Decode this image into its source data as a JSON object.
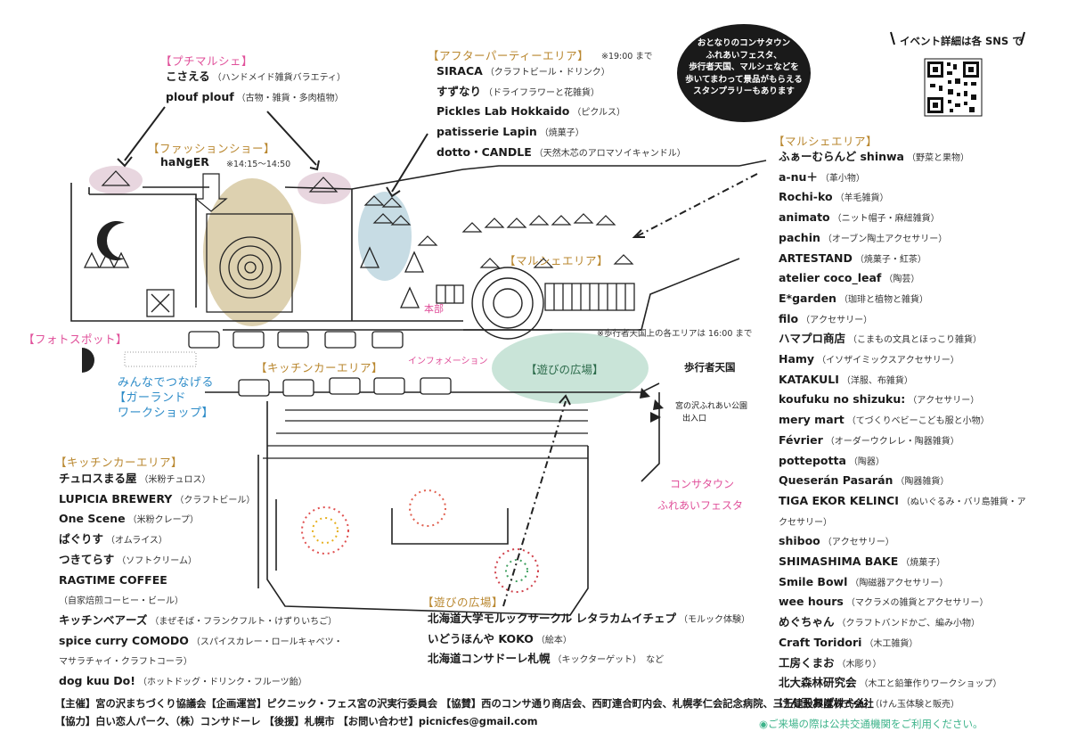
{
  "petit_marche": {
    "heading": "【プチマルシェ】",
    "items": [
      {
        "name": "こさえる",
        "desc": "（ハンドメイド雑貨バラエティ）"
      },
      {
        "name": "plouf plouf",
        "desc": "（古物・雑貨・多肉植物）"
      }
    ]
  },
  "fashion_show": {
    "heading": "【ファッションショー】",
    "name": "haNgER",
    "time": "※14:15〜14:50"
  },
  "after_party": {
    "heading": "【アフターパーティーエリア】",
    "note": "※19:00 まで",
    "items": [
      {
        "name": "SIRACA",
        "desc": "（クラフトビール・ドリンク）"
      },
      {
        "name": "すずなり",
        "desc": "（ドライフラワーと花雑貨）"
      },
      {
        "name": "Pickles Lab Hokkaido",
        "desc": "（ピクルス）"
      },
      {
        "name": "patisserie Lapin",
        "desc": "（焼菓子）"
      },
      {
        "name": "dotto・CANDLE",
        "desc": "（天然木芯のアロマソイキャンドル）"
      }
    ]
  },
  "bubble": {
    "lines": [
      "おとなりのコンサタウン",
      "ふれあいフェスタ、",
      "歩行者天国、マルシェなどを",
      "歩いてまわって景品がもらえる",
      "スタンプラリーもあります"
    ]
  },
  "sns": {
    "label": "イベント詳細は各 SNS で"
  },
  "marche": {
    "heading": "【マルシェエリア】",
    "items": [
      {
        "name": "ふぁーむらんど shinwa",
        "desc": "（野菜と果物）"
      },
      {
        "name": "a-nu＋",
        "desc": "（革小物）"
      },
      {
        "name": "Rochi-ko",
        "desc": "（羊毛雑貨）"
      },
      {
        "name": "animato",
        "desc": "（ニット帽子・麻紐雑貨）"
      },
      {
        "name": "pachin",
        "desc": "（オーブン陶土アクセサリー）"
      },
      {
        "name": "ARTESTAND",
        "desc": "（焼菓子・紅茶）"
      },
      {
        "name": "atelier coco_leaf",
        "desc": "（陶芸）"
      },
      {
        "name": "E*garden",
        "desc": "（珈琲と植物と雑貨）"
      },
      {
        "name": "filo",
        "desc": "（アクセサリー）"
      },
      {
        "name": "ハマプロ商店",
        "desc": "（こまもの文具とほっこり雑貨）"
      },
      {
        "name": "Hamy",
        "desc": "（イソザイミックスアクセサリー）"
      },
      {
        "name": "KATAKULI",
        "desc": "（洋服、布雑貨）"
      },
      {
        "name": "koufuku no shizuku:",
        "desc": "（アクセサリー）"
      },
      {
        "name": "mery mart",
        "desc": "（てづくりベビーこども服と小物）"
      },
      {
        "name": "Février",
        "desc": "（オーダーウクレレ・陶器雑貨）"
      },
      {
        "name": "pottepotta",
        "desc": "（陶器）"
      },
      {
        "name": "Queserán Pasarán",
        "desc": "（陶器雑貨）"
      },
      {
        "name": "TIGA EKOR KELINCI",
        "desc": "（ぬいぐるみ・バリ島雑貨・ア"
      },
      {
        "name": "",
        "desc": "クセサリー）"
      },
      {
        "name": "shiboo",
        "desc": "（アクセサリー）"
      },
      {
        "name": "SHIMASHIMA BAKE",
        "desc": "（焼菓子）"
      },
      {
        "name": "Smile Bowl",
        "desc": "（陶磁器アクセサリー）"
      },
      {
        "name": "wee hours",
        "desc": "（マクラメの雑貨とアクセサリー）"
      },
      {
        "name": "めぐちゃん",
        "desc": "（クラフトバンドかご、編み小物）"
      },
      {
        "name": "Craft Toridori",
        "desc": "（木工雑貨）"
      },
      {
        "name": "工房くまお",
        "desc": "（木彫り）"
      },
      {
        "name": "北大森林研究会",
        "desc": "（木工と鉛筆作りワークショップ）"
      },
      {
        "name": "けん玉おばけ〜ん",
        "desc": "（けん玉体験と販売）"
      }
    ]
  },
  "kitchen_car": {
    "heading": "【キッチンカーエリア】",
    "items": [
      {
        "name": "チュロスまる屋",
        "desc": "（米粉チュロス）"
      },
      {
        "name": "LUPICIA BREWERY",
        "desc": "（クラフトビール）"
      },
      {
        "name": "One Scene",
        "desc": "（米粉クレープ）"
      },
      {
        "name": "ぱぐりす",
        "desc": "（オムライス）"
      },
      {
        "name": "つきてらす",
        "desc": "（ソフトクリーム）"
      },
      {
        "name": "RAGTIME COFFEE",
        "desc": ""
      },
      {
        "name": "",
        "desc": "（自家焙煎コーヒー・ビール）"
      },
      {
        "name": "キッチンベアーズ",
        "desc": "（まぜそば・フランクフルト・けずりいちご）"
      },
      {
        "name": "spice curry COMODO",
        "desc": "（スパイスカレー・ロールキャベツ・"
      },
      {
        "name": "",
        "desc": "マサラチャイ・クラフトコーラ）"
      },
      {
        "name": "dog kuu Do!",
        "desc": "（ホットドッグ・ドリンク・フルーツ飴）"
      }
    ]
  },
  "play_area": {
    "heading": "【遊びの広場】",
    "items": [
      {
        "name": "北海道大学モルックサークル レタラカムイチェプ",
        "desc": "（モルック体験）"
      },
      {
        "name": "いどうほんや KOKO",
        "desc": "（絵本）"
      },
      {
        "name": "北海道コンサドーレ札幌",
        "desc": "（キックターゲット）　など"
      }
    ]
  },
  "map_labels": {
    "marche_area": "【マルシェエリア】",
    "kitchen_area": "【キッチンカーエリア】",
    "photo_spot": "【フォトスポット】",
    "garland_1": "みんなでつなげる",
    "garland_2": "【ガーランド",
    "garland_3": "ワークショップ】",
    "headquarters": "本部",
    "information": "インフォメーション",
    "play_plaza": "【遊びの広場】",
    "pedestrian": "歩行者天国",
    "pedestrian_note": "※歩行者天国上の各エリアは 16:00 まで",
    "park_entrance_1": "宮の沢ふれあい公園",
    "park_entrance_2": "出入口",
    "consa_1": "コンサタウン",
    "consa_2": "ふれあいフェスタ"
  },
  "footer": {
    "line1": "【主催】宮の沢まちづくり協議会【企画運営】ピクニック・フェス宮の沢実行委員会 【協賛】西のコンサ通り商店会、西町連合町内会、札幌孝仁会記念病院、三王建設興産株式会社",
    "line2": "【協力】白い恋人パーク、（株）コンサドーレ 【後援】札幌市 【お問い合わせ】picnicfes@gmail.com",
    "transit": "◉ご来場の際は公共交通機関をご利用ください。"
  },
  "colors": {
    "gold": "#b9872f",
    "pink": "#e0509a",
    "blue": "#2e8cc8",
    "mint": "#c9e4d8",
    "olive": "#d7c9a2",
    "lilac": "#e8d6df",
    "teal": "#b9d3dd"
  }
}
